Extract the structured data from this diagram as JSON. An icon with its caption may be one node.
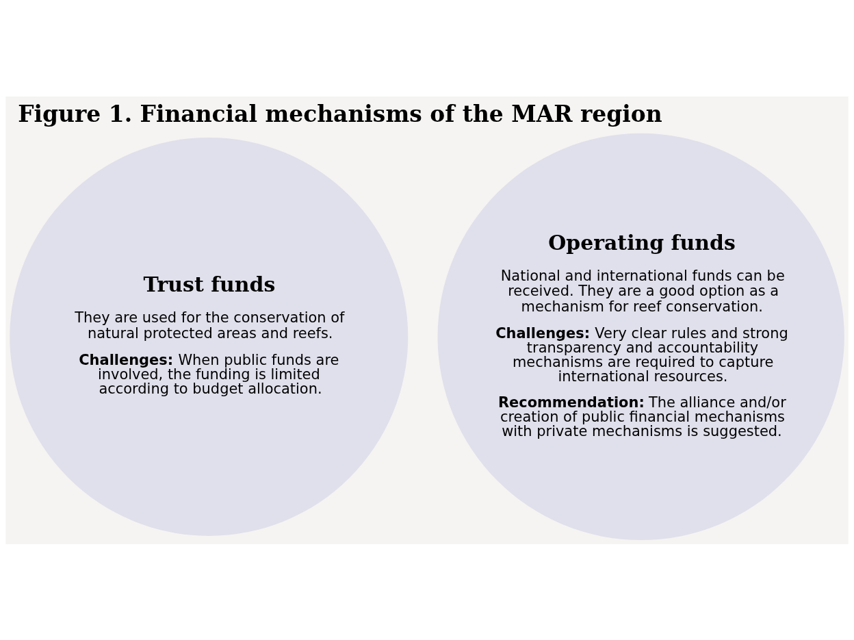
{
  "diagram": {
    "title": "Figure 1. Financial mechanisms of the MAR region",
    "nodes": [
      {
        "text": [
          "Trust funds",
          "They are used for the conservation of natural protected areas and reefs.",
          "**Challenges:** When public funds are involved, the funding is limited according to budget allocation."
        ]
      },
      {
        "text": [
          "Operating funds",
          "National and international funds can be received. They are a good option as a mechanism for reef conservation.",
          "**Challenges:** Very clear rules and strong transparency and accountability mechanisms are required to capture international resources.",
          "**Recommendation:** The alliance and/or creation of public financial mechanisms with private mechanisms is suggested."
        ]
      }
    ],
    "edges": []
  }
}
